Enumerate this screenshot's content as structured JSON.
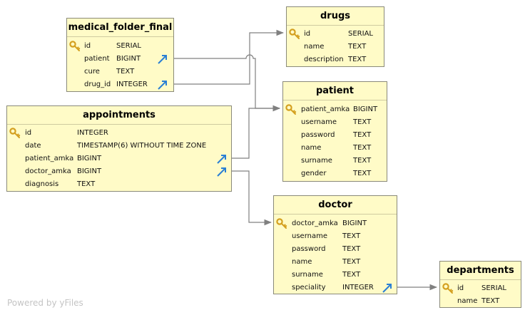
{
  "tables": [
    {
      "id": "medical_folder_final",
      "title": "medical_folder_final",
      "columns": [
        {
          "name": "id",
          "type": "SERIAL",
          "pk": true
        },
        {
          "name": "patient",
          "type": "BIGINT",
          "fk": true
        },
        {
          "name": "cure",
          "type": "TEXT"
        },
        {
          "name": "drug_id",
          "type": "INTEGER",
          "fk": true
        }
      ]
    },
    {
      "id": "drugs",
      "title": "drugs",
      "columns": [
        {
          "name": "id",
          "type": "SERIAL",
          "pk": true
        },
        {
          "name": "name",
          "type": "TEXT"
        },
        {
          "name": "description",
          "type": "TEXT"
        }
      ]
    },
    {
      "id": "appointments",
      "title": "appointments",
      "columns": [
        {
          "name": "id",
          "type": "INTEGER",
          "pk": true
        },
        {
          "name": "date",
          "type": "TIMESTAMP(6) WITHOUT TIME ZONE"
        },
        {
          "name": "patient_amka",
          "type": "BIGINT",
          "fk": true
        },
        {
          "name": "doctor_amka",
          "type": "BIGINT",
          "fk": true
        },
        {
          "name": "diagnosis",
          "type": "TEXT"
        }
      ]
    },
    {
      "id": "patient",
      "title": "patient",
      "columns": [
        {
          "name": "patient_amka",
          "type": "BIGINT",
          "pk": true
        },
        {
          "name": "username",
          "type": "TEXT"
        },
        {
          "name": "password",
          "type": "TEXT"
        },
        {
          "name": "name",
          "type": "TEXT"
        },
        {
          "name": "surname",
          "type": "TEXT"
        },
        {
          "name": "gender",
          "type": "TEXT"
        }
      ]
    },
    {
      "id": "doctor",
      "title": "doctor",
      "columns": [
        {
          "name": "doctor_amka",
          "type": "BIGINT",
          "pk": true
        },
        {
          "name": "username",
          "type": "TEXT"
        },
        {
          "name": "password",
          "type": "TEXT"
        },
        {
          "name": "name",
          "type": "TEXT"
        },
        {
          "name": "surname",
          "type": "TEXT"
        },
        {
          "name": "speciality",
          "type": "INTEGER",
          "fk": true
        }
      ]
    },
    {
      "id": "departments",
      "title": "departments",
      "columns": [
        {
          "name": "id",
          "type": "SERIAL",
          "pk": true
        },
        {
          "name": "name",
          "type": "TEXT"
        }
      ]
    }
  ],
  "relations": [
    {
      "from": "medical_folder_final.patient",
      "to": "patient"
    },
    {
      "from": "medical_folder_final.drug_id",
      "to": "drugs"
    },
    {
      "from": "appointments.patient_amka",
      "to": "patient"
    },
    {
      "from": "appointments.doctor_amka",
      "to": "doctor"
    },
    {
      "from": "doctor.speciality",
      "to": "departments"
    }
  ],
  "watermark": "Powered by yFiles",
  "colors": {
    "table_fill": "#fffbc7",
    "table_border": "#8a8a7a",
    "edge": "#808080",
    "key_icon": "#e0b020",
    "fk_icon": "#2a7fd4"
  }
}
